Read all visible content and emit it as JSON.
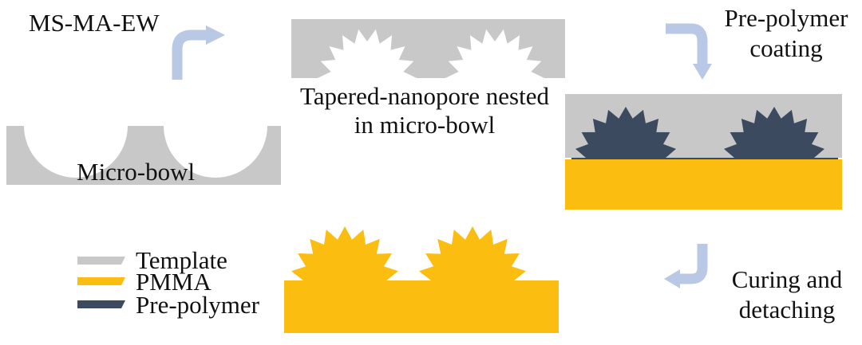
{
  "labels": {
    "process": "MS-MA-EW",
    "micro_bowl": "Micro-bowl",
    "tapered_line1": "Tapered-nanopore nested",
    "tapered_line2": "in micro-bowl",
    "prepolymer_line1": "Pre-polymer",
    "prepolymer_line2": "coating",
    "curing_line1": "Curing and",
    "curing_line2": "detaching"
  },
  "legend": [
    {
      "label": "Template",
      "color": "#c8c8c8"
    },
    {
      "label": "PMMA",
      "color": "#fbbd0f"
    },
    {
      "label": "Pre-polymer",
      "color": "#3b4a5e"
    }
  ],
  "colors": {
    "template": "#c8c8c8",
    "pmma": "#fbbd0f",
    "prepolymer": "#3b4a5e",
    "arrow": "#b9c8e4"
  },
  "icons": [
    "curved-arrow-right-icon",
    "curved-arrow-down-icon",
    "curved-arrow-left-icon"
  ]
}
